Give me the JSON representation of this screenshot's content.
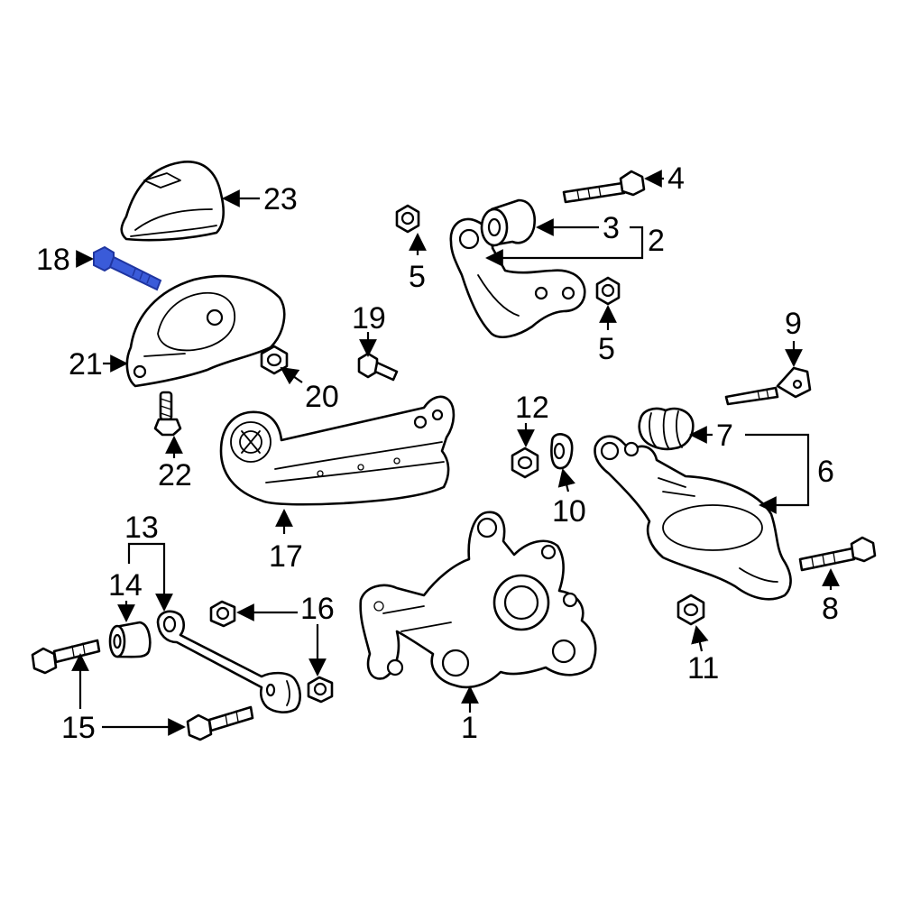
{
  "callouts": {
    "c1": "1",
    "c2": "2",
    "c3": "3",
    "c4": "4",
    "c5a": "5",
    "c5b": "5",
    "c6": "6",
    "c7": "7",
    "c8": "8",
    "c9": "9",
    "c10": "10",
    "c11": "11",
    "c12": "12",
    "c13": "13",
    "c14": "14",
    "c15": "15",
    "c16": "16",
    "c17": "17",
    "c18": "18",
    "c19": "19",
    "c20": "20",
    "c21": "21",
    "c22": "22",
    "c23": "23"
  },
  "colors": {
    "line": "#000000",
    "background": "#ffffff",
    "highlight": "#3a5bd9",
    "highlight_dark": "#1f35a0"
  },
  "highlighted_part": "18"
}
